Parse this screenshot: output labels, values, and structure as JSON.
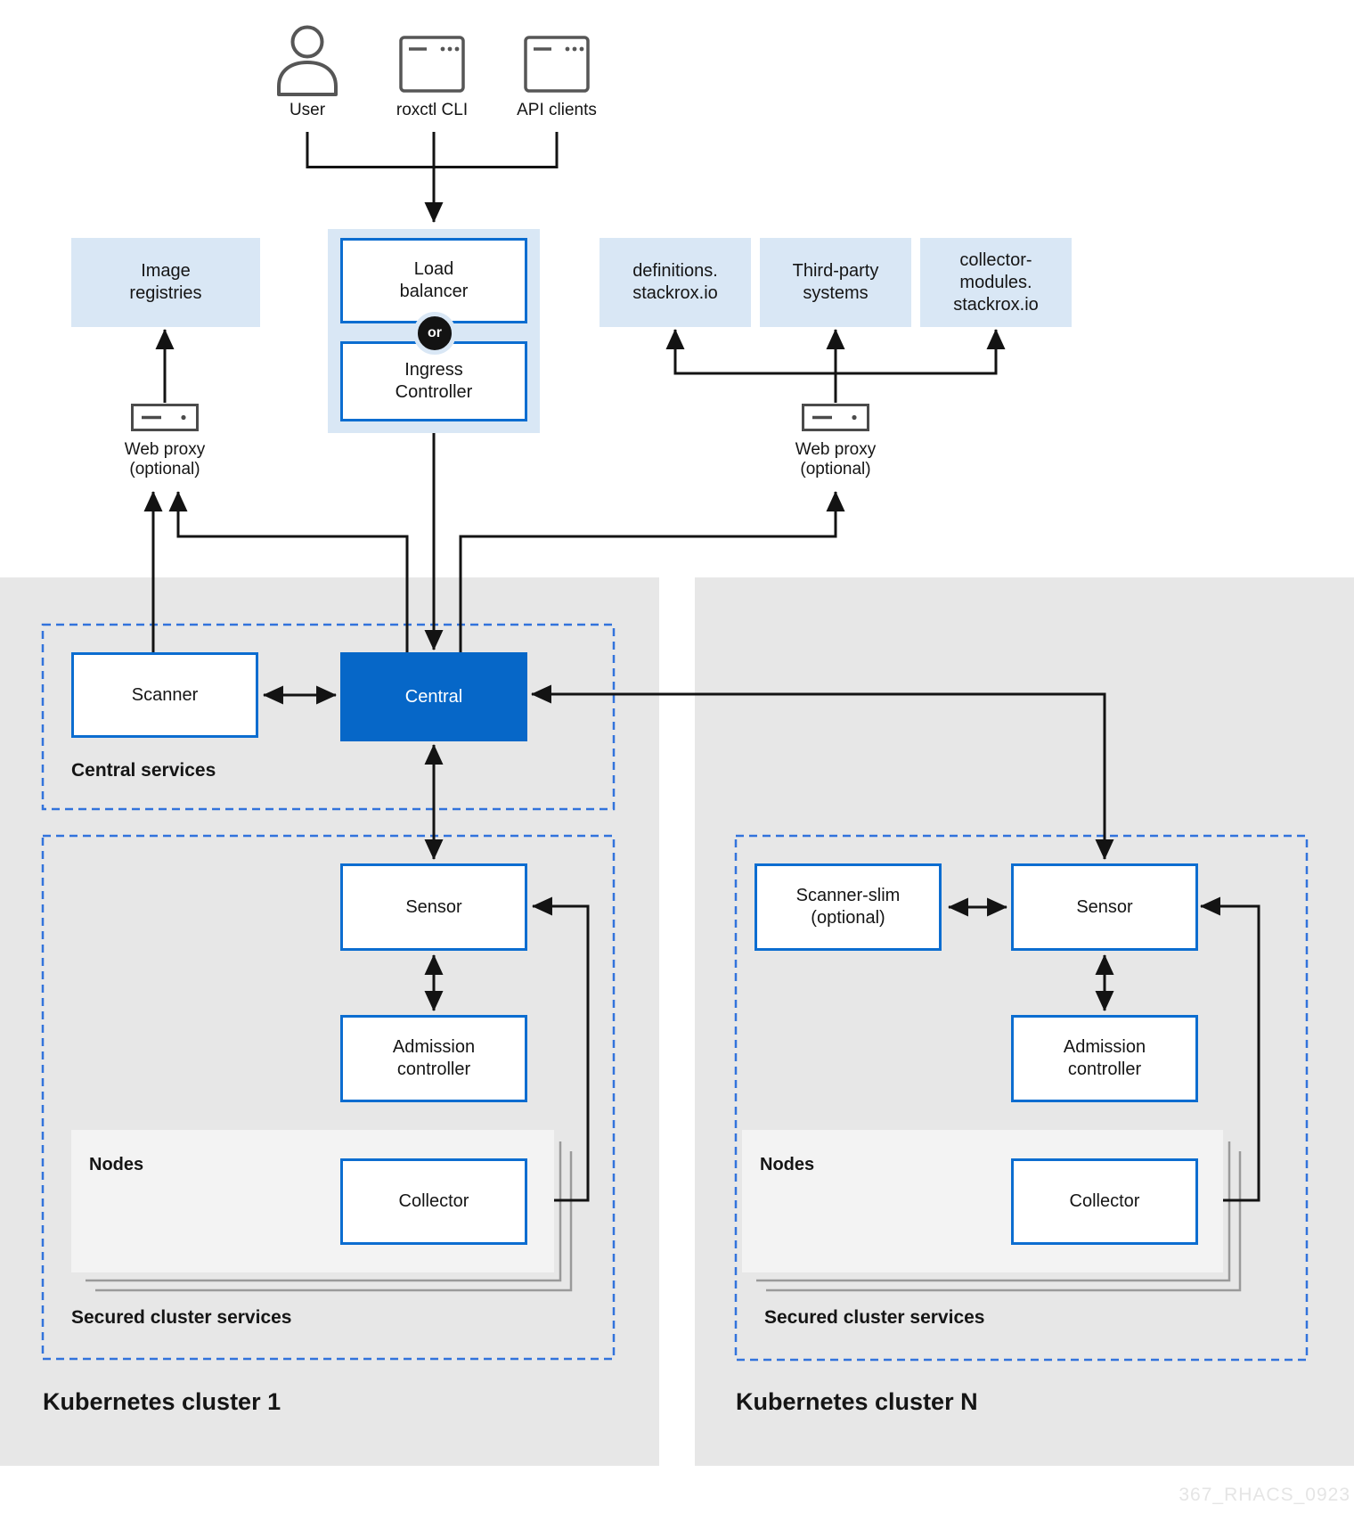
{
  "colors": {
    "box_border_blue": "#0c6dd0",
    "central_fill": "#0667c8",
    "light_blue_fill": "#d9e7f5",
    "panel_gray": "#e7e7e7",
    "nodes_gray": "#f3f3f3",
    "stack_line_gray": "#9a9a9a",
    "dashed_blue": "#3273dc",
    "line_black": "#131313",
    "icon_gray": "#565656",
    "text_dark": "#151515",
    "watermark_gray": "#e5e5e5"
  },
  "sources": {
    "user": "User",
    "roxctl": "roxctl CLI",
    "api_clients": "API clients"
  },
  "gateway": {
    "load_balancer_lines": [
      "Load",
      "balancer"
    ],
    "or_label": "or",
    "ingress_lines": [
      "Ingress",
      "Controller"
    ]
  },
  "external": {
    "image_registries_lines": [
      "Image",
      "registries"
    ],
    "definitions_lines": [
      "definitions.",
      "stackrox.io"
    ],
    "third_party_lines": [
      "Third-party",
      "systems"
    ],
    "collector_modules_lines": [
      "collector-",
      "modules.",
      "stackrox.io"
    ]
  },
  "proxies": {
    "left": {
      "title": "Web proxy",
      "note": "(optional)"
    },
    "right": {
      "title": "Web proxy",
      "note": "(optional)"
    }
  },
  "central_services": {
    "label": "Central services",
    "scanner": "Scanner",
    "central": "Central"
  },
  "clusters": [
    {
      "title": "Kubernetes cluster 1",
      "services_label": "Secured cluster services",
      "sensor": "Sensor",
      "admission_lines": [
        "Admission",
        "controller"
      ],
      "nodes_label": "Nodes",
      "collector": "Collector"
    },
    {
      "title": "Kubernetes cluster N",
      "services_label": "Secured cluster services",
      "scanner_slim_lines": [
        "Scanner-slim",
        "(optional)"
      ],
      "sensor": "Sensor",
      "admission_lines": [
        "Admission",
        "controller"
      ],
      "nodes_label": "Nodes",
      "collector": "Collector"
    }
  ],
  "watermark": "367_RHACS_0923"
}
